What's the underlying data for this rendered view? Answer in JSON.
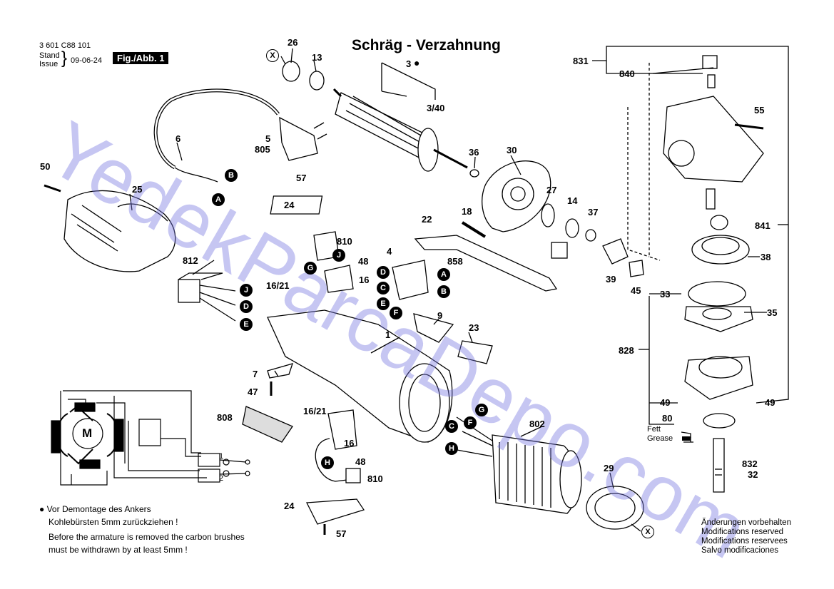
{
  "header": {
    "part_number": "3 601 C88 101",
    "stand_issue": [
      "Stand",
      "Issue"
    ],
    "date": "09-06-24",
    "fig_label": "Fig./Abb. 1"
  },
  "title": "Schräg - Verzahnung",
  "watermark": "YedekParcaDepo.com",
  "notes": {
    "bullet": "●",
    "de_line1": "Vor Demontage des Ankers",
    "de_line2": "Kohlebürsten 5mm zurückziehen !",
    "en_line1": "Before the armature is removed the carbon brushes",
    "en_line2": "must be withdrawn by at least 5mm !"
  },
  "modifications": [
    "Änderungen vorbehalten",
    "Modifications reserved",
    "Modifications reservees",
    "Salvo modificaciones"
  ],
  "grease": [
    "Fett",
    "Grease"
  ],
  "colors": {
    "watermark": "#7878e1",
    "ink": "#000000"
  },
  "parts": {
    "p26": "26",
    "p13": "13",
    "p3": "3",
    "p3_40": "3/40",
    "p36": "36",
    "p30": "30",
    "p27": "27",
    "p14": "14",
    "p37": "37",
    "p6": "6",
    "p5": "5",
    "p805": "805",
    "p50": "50",
    "p25": "25",
    "p57a": "57",
    "p24a": "24",
    "p810a": "810",
    "p48a": "48",
    "p16_21a": "16/21",
    "p16a": "16",
    "p812": "812",
    "p4": "4",
    "p858": "858",
    "p22": "22",
    "p18": "18",
    "p39": "39",
    "p45": "45",
    "p9": "9",
    "p23": "23",
    "p1": "1",
    "p7": "7",
    "p47": "47",
    "p808": "808",
    "p16_21b": "16/21",
    "p16b": "16",
    "p48b": "48",
    "p810b": "810",
    "p24b": "24",
    "p57b": "57",
    "p802": "802",
    "p29": "29",
    "p831": "831",
    "p840": "840",
    "p55": "55",
    "p841": "841",
    "p38": "38",
    "p33": "33",
    "p35": "35",
    "p828": "828",
    "p49a": "49",
    "p49b": "49",
    "p80": "80",
    "p832": "832",
    "p32": "32"
  },
  "markers": {
    "X": "X",
    "A": "A",
    "B": "B",
    "C": "C",
    "D": "D",
    "E": "E",
    "F": "F",
    "G": "G",
    "H": "H",
    "J": "J",
    "M": "M",
    "s1": "1",
    "s2": "2"
  }
}
